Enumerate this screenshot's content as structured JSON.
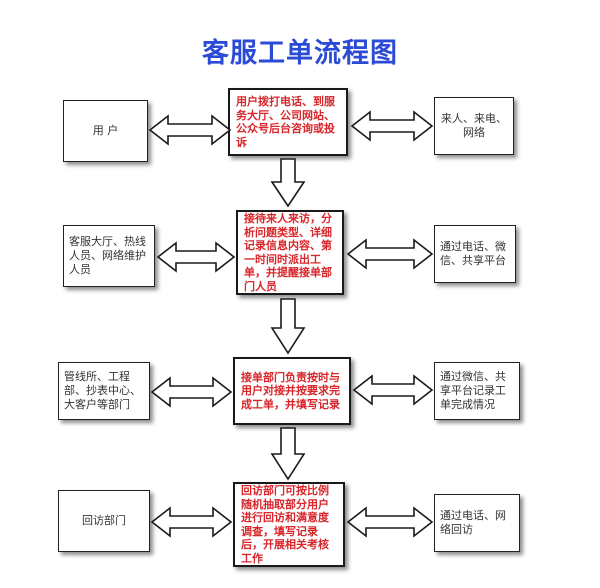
{
  "title": "客服工单流程图",
  "rows": [
    {
      "left": "用 户",
      "center": "用户拨打电话、到服务大厅、公司网站、公众号后台咨询或投诉",
      "right": "来人、来电、网络"
    },
    {
      "left": "客服大厅、热线人员、网络维护人员",
      "center": "接待来人来访，分析问题类型、详细记录信息内容、第一时间时派出工单，并提醒接单部门人员",
      "right": "通过电话、微信、共享平台"
    },
    {
      "left": "管线所、工程部、抄表中心、大客户等部门",
      "center": "接单部门负责按时与用户对接并按要求完成工单，并填写记录",
      "right": "通过微信、共享平台记录工单完成情况"
    },
    {
      "left": "回访部门",
      "center": "回访部门可按比例随机抽取部分用户进行回访和满意度调查，填写记录后，开展相关考核工作",
      "right": "通过电话、网络回访"
    }
  ],
  "colors": {
    "title": "#2b4bd6",
    "main_text": "#d8262b",
    "side_text": "#333333"
  }
}
